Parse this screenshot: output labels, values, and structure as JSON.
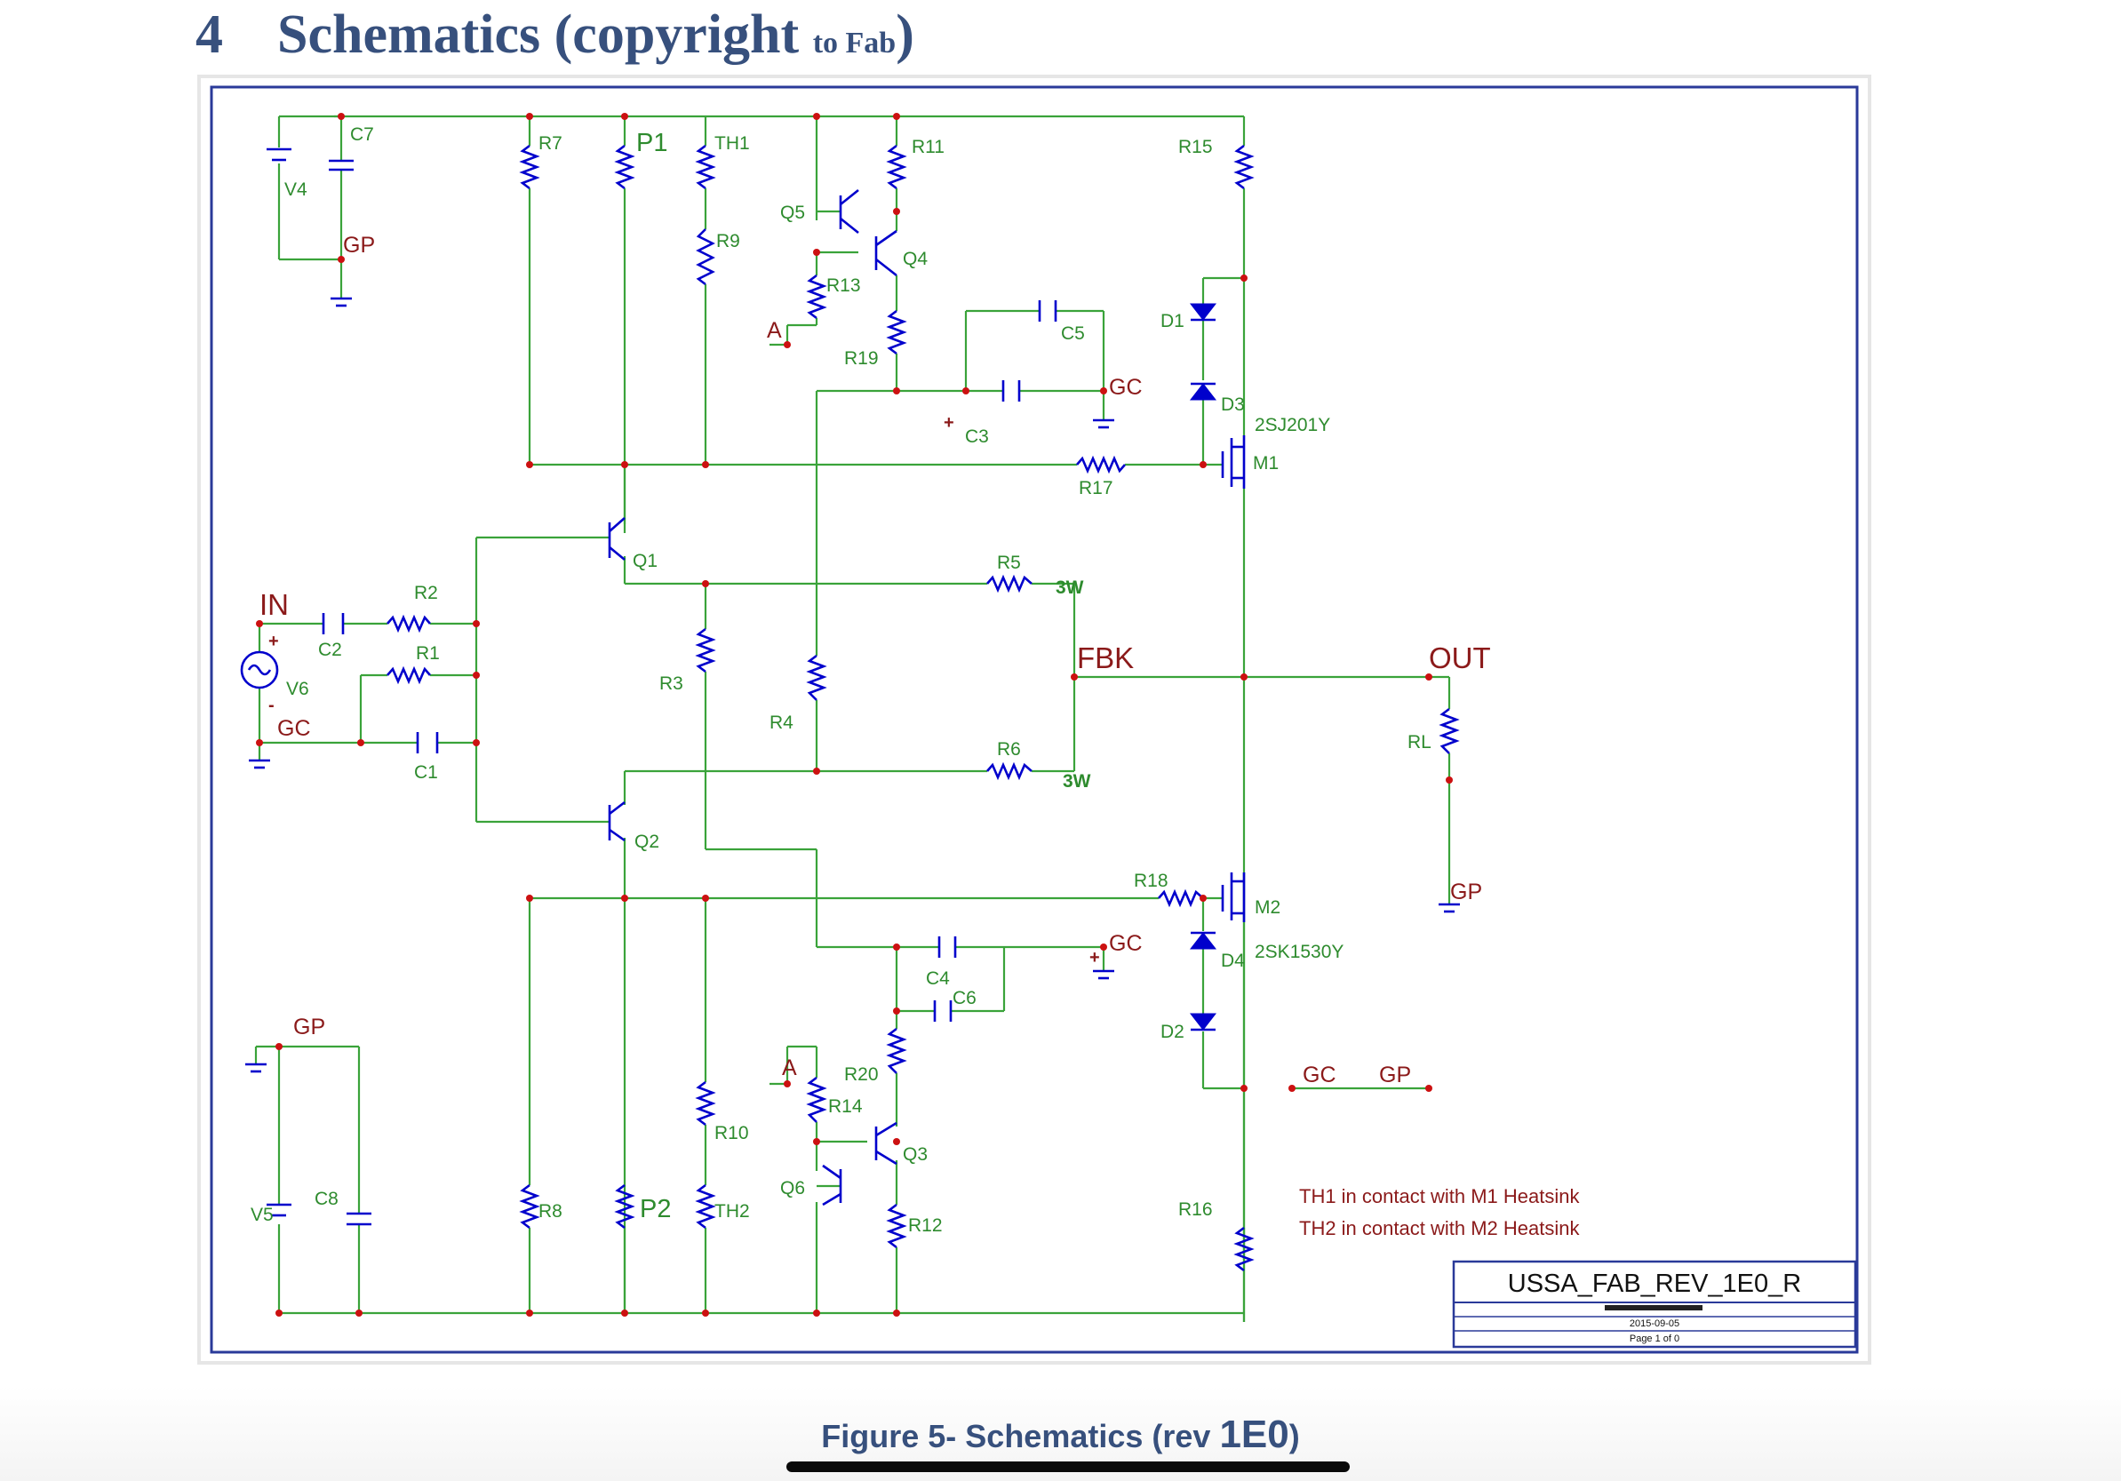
{
  "page": {
    "heading_number": "4",
    "heading_main": "Schematics (copyright ",
    "heading_small": "to Fab",
    "heading_end": ")",
    "caption_prefix": "Figure 5- Schematics (rev ",
    "caption_rev": "1E0",
    "caption_suffix": ")"
  },
  "schematic": {
    "components": {
      "C7": "C7",
      "V4": "V4",
      "R7": "R7",
      "P1": "P1",
      "TH1": "TH1",
      "R9": "R9",
      "R11": "R11",
      "Q5": "Q5",
      "Q4": "Q4",
      "R13": "R13",
      "R19": "R19",
      "C5": "C5",
      "C3": "C3",
      "D1": "D1",
      "D3": "D3",
      "R15": "R15",
      "M1": "M1",
      "M1_part": "2SJ201Y",
      "R17": "R17",
      "Q1": "Q1",
      "R2": "R2",
      "C2": "C2",
      "R1": "R1",
      "V6": "V6",
      "C1": "C1",
      "R3": "R3",
      "R4": "R4",
      "R5": "R5",
      "R5_rating": "3W",
      "R6": "R6",
      "R6_rating": "3W",
      "Q2": "Q2",
      "RL": "RL",
      "R18": "R18",
      "M2": "M2",
      "M2_part": "2SK1530Y",
      "C4": "C4",
      "C6": "C6",
      "D4": "D4",
      "D2": "D2",
      "R20": "R20",
      "R14": "R14",
      "Q3": "Q3",
      "Q6": "Q6",
      "R12": "R12",
      "R10": "R10",
      "R8": "R8",
      "P2": "P2",
      "TH2": "TH2",
      "R16": "R16",
      "V5": "V5",
      "C8": "C8"
    },
    "nets": {
      "GP": "GP",
      "GC": "GC",
      "A": "A",
      "IN": "IN",
      "FBK": "FBK",
      "OUT": "OUT"
    },
    "polarity": {
      "plus": "+",
      "minus": "-"
    },
    "notes": [
      "TH1  in  contact  with  M1  Heatsink",
      "TH2  in  contact  with  M2  Heatsink"
    ],
    "title_block": {
      "name": "USSA_FAB_REV_1E0_R",
      "date": "2015-09-05",
      "page": "Page 1 of 0"
    },
    "colors": {
      "wire": "#3aa33a",
      "component": "#0000cc",
      "node": "#cc1111",
      "label_dark": "#8b1a1a",
      "frame": "#2a3a99"
    }
  }
}
